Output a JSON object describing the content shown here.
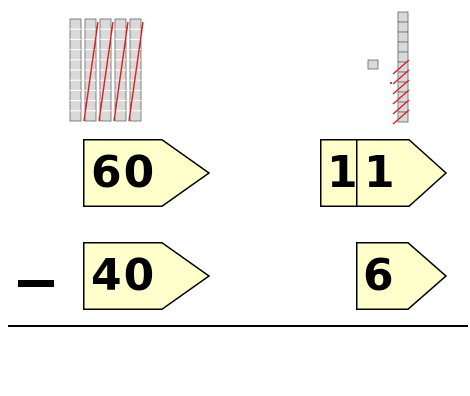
{
  "problem": {
    "operator": "minus",
    "top_tens": "60",
    "top_ones_regroup_prefix": "1",
    "top_ones": "1",
    "bottom_tens": "40",
    "bottom_ones": "6",
    "card_fill": "#FFFFCC",
    "crossout_color": "#E21B1B"
  },
  "blocks": {
    "tens_rods": 5,
    "tens_crossed": 4,
    "ones_cubes_in_column": 11,
    "ones_crossed": 6,
    "loose_unit_cube": 1
  }
}
